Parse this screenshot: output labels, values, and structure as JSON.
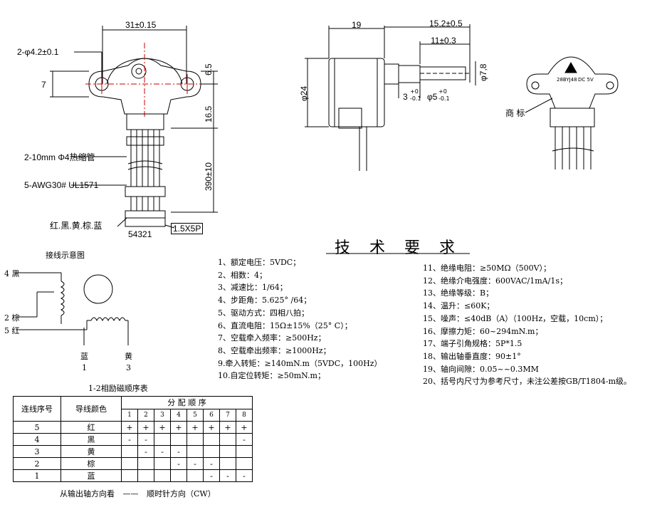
{
  "dimensions": {
    "width_31": "31±0.15",
    "hole": "2-φ4.2±0.1",
    "offset_7": "7",
    "h_65": "6.5",
    "h_165": "16.5",
    "lead_len": "390±10",
    "shrink": "2-10mm  Φ4热缩管",
    "wire": "5-AWG30#  UL1571",
    "colors": "红.黑.黄.棕.蓝",
    "pins": "54321",
    "pitch": "1.5X5P",
    "w19": "19",
    "w152": "15,2±0.5",
    "w11": "11±0.3",
    "d24": "φ24",
    "d78": "φ7,8",
    "shaft3": "3",
    "shaft3_tol_top": "+0",
    "shaft3_tol_bot": "-0.1",
    "shaft5": "φ5",
    "shaft5_tol_top": "+0",
    "shaft5_tol_bot": "-0.1",
    "label_trademark": "商 标",
    "label_model": "28BYJ48",
    "label_voltage": "DC 5V"
  },
  "wiring": {
    "title": "接线示意图",
    "w4": "4  黑",
    "w2": "2  棕",
    "w5": "5  红",
    "blue": "蓝",
    "blue_n": "1",
    "yellow": "黄",
    "yellow_n": "3"
  },
  "spec_title": "技 术 要 求",
  "specs_left": [
    "1、额定电压：5VDC；",
    "2、相数：4；",
    "3、减速比：1/64；",
    "4、步距角：5.625° /64；",
    "5、驱动方式：四相八拍；",
    "6、直流电阻：15Ω±15%（25° C）；",
    "7、空载牵入频率：≥500Hz；",
    "8、空载牵出频率：≥1000Hz；",
    "9.牵入转矩：≥140mN.m（5VDC，100Hz）",
    "10.自定位转矩：≥50mN.m；"
  ],
  "specs_right": [
    "11、绝缘电阻：≥50MΩ（500V）；",
    "12、绝缘介电强度：600VAC/1mA/1s；",
    "13、绝缘等级：B；",
    "14、温升：≤60K；",
    "15、噪声：≤40dB（A）（100Hz，空载，10cm）；",
    "16、摩擦力矩：60~294mN.m；",
    "17、端子引角规格：5P*1.5",
    "18、输出轴垂直度：90±1°",
    "19、轴向间隙：0.05~~0.3MM",
    "20、括号内尺寸为参考尺寸，未注公差按GB/T1804-m级。"
  ],
  "sequence": {
    "title": "1-2相励磁顺序表",
    "col_no": "连线序号",
    "col_color": "导线颜色",
    "col_order": "分 配 顺 序",
    "steps": [
      "1",
      "2",
      "3",
      "4",
      "5",
      "6",
      "7",
      "8"
    ],
    "rows": [
      {
        "no": "5",
        "color": "红",
        "cells": [
          "+",
          "+",
          "+",
          "+",
          "+",
          "+",
          "+",
          "+"
        ]
      },
      {
        "no": "4",
        "color": "黑",
        "cells": [
          "-",
          "-",
          "",
          "",
          "",
          "",
          "",
          "-"
        ]
      },
      {
        "no": "3",
        "color": "黄",
        "cells": [
          "",
          "-",
          "-",
          "-",
          "",
          "",
          "",
          ""
        ]
      },
      {
        "no": "2",
        "color": "棕",
        "cells": [
          "",
          "",
          "",
          "-",
          "-",
          "-",
          "",
          ""
        ]
      },
      {
        "no": "1",
        "color": "蓝",
        "cells": [
          "",
          "",
          "",
          "",
          "",
          "-",
          "-",
          "-"
        ]
      }
    ],
    "caption_left": "从输出轴方向看",
    "caption_dash": "——",
    "caption_right": "顺时针方向（CW）"
  }
}
